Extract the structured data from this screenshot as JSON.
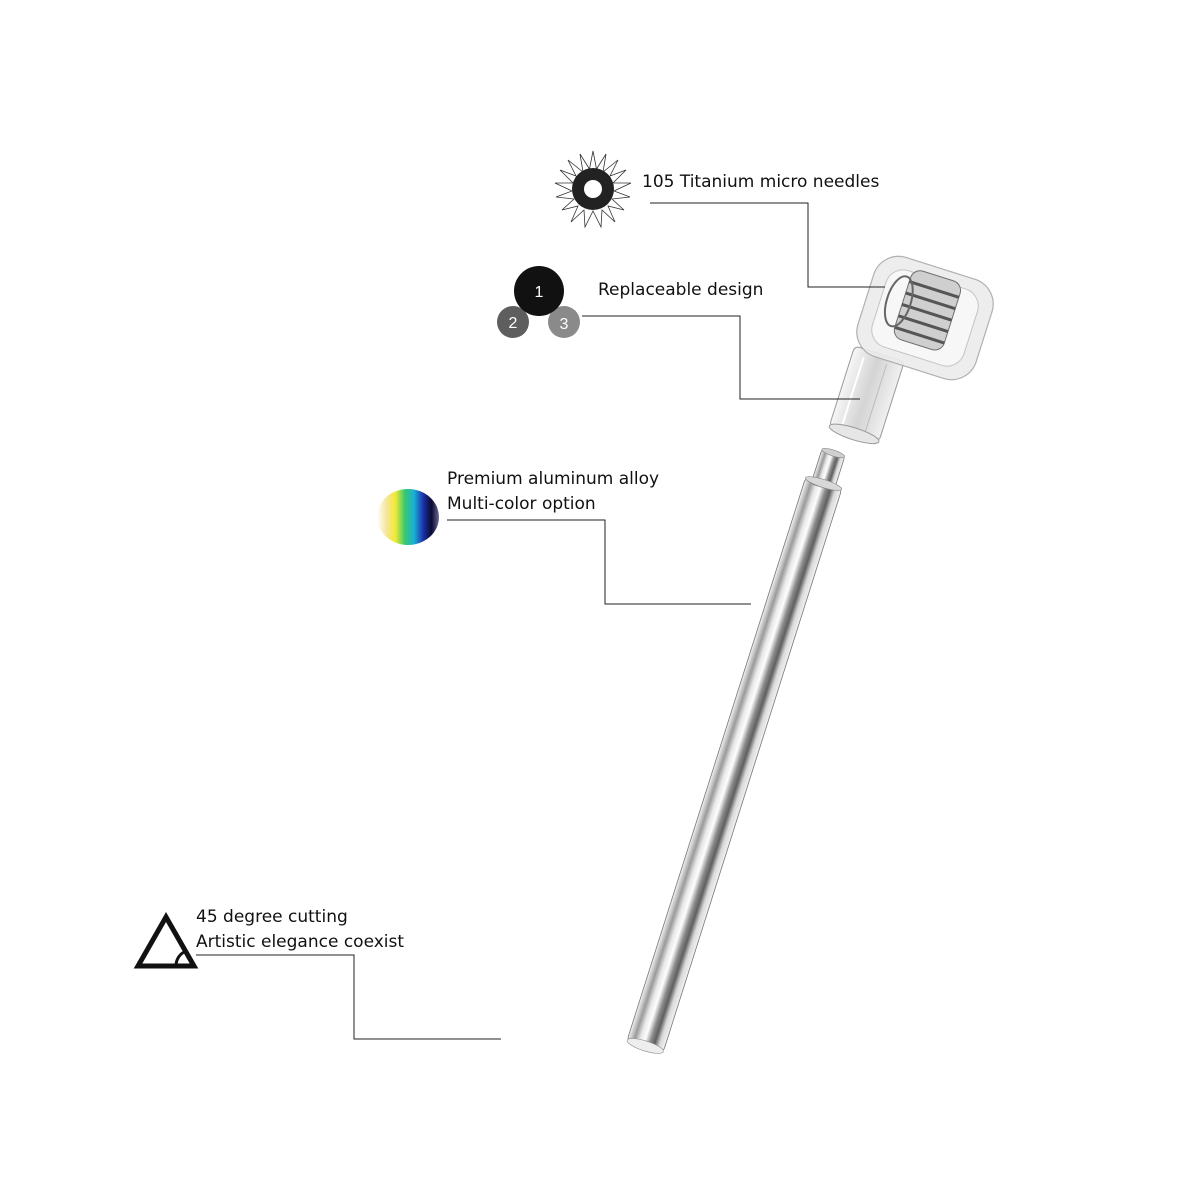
{
  "callouts": {
    "needles": {
      "text": "105 Titanium micro needles",
      "icon": "sunburst-ring-icon"
    },
    "replaceable": {
      "text": "Replaceable design",
      "icon": "numbered-circles-icon",
      "numbers": [
        "1",
        "2",
        "3"
      ]
    },
    "alloy": {
      "line1": "Premium aluminum alloy",
      "line2": "Multi-color option",
      "icon": "spectrum-disc-icon"
    },
    "cutting": {
      "line1": "45 degree cutting",
      "line2": "Artistic elegance coexist",
      "icon": "triangle-angle-icon"
    }
  },
  "colors": {
    "text": "#111111",
    "leader_line": "#222222",
    "circle_1": "#111111",
    "circle_2": "#5e5e5e",
    "circle_3": "#8a8a8a"
  }
}
